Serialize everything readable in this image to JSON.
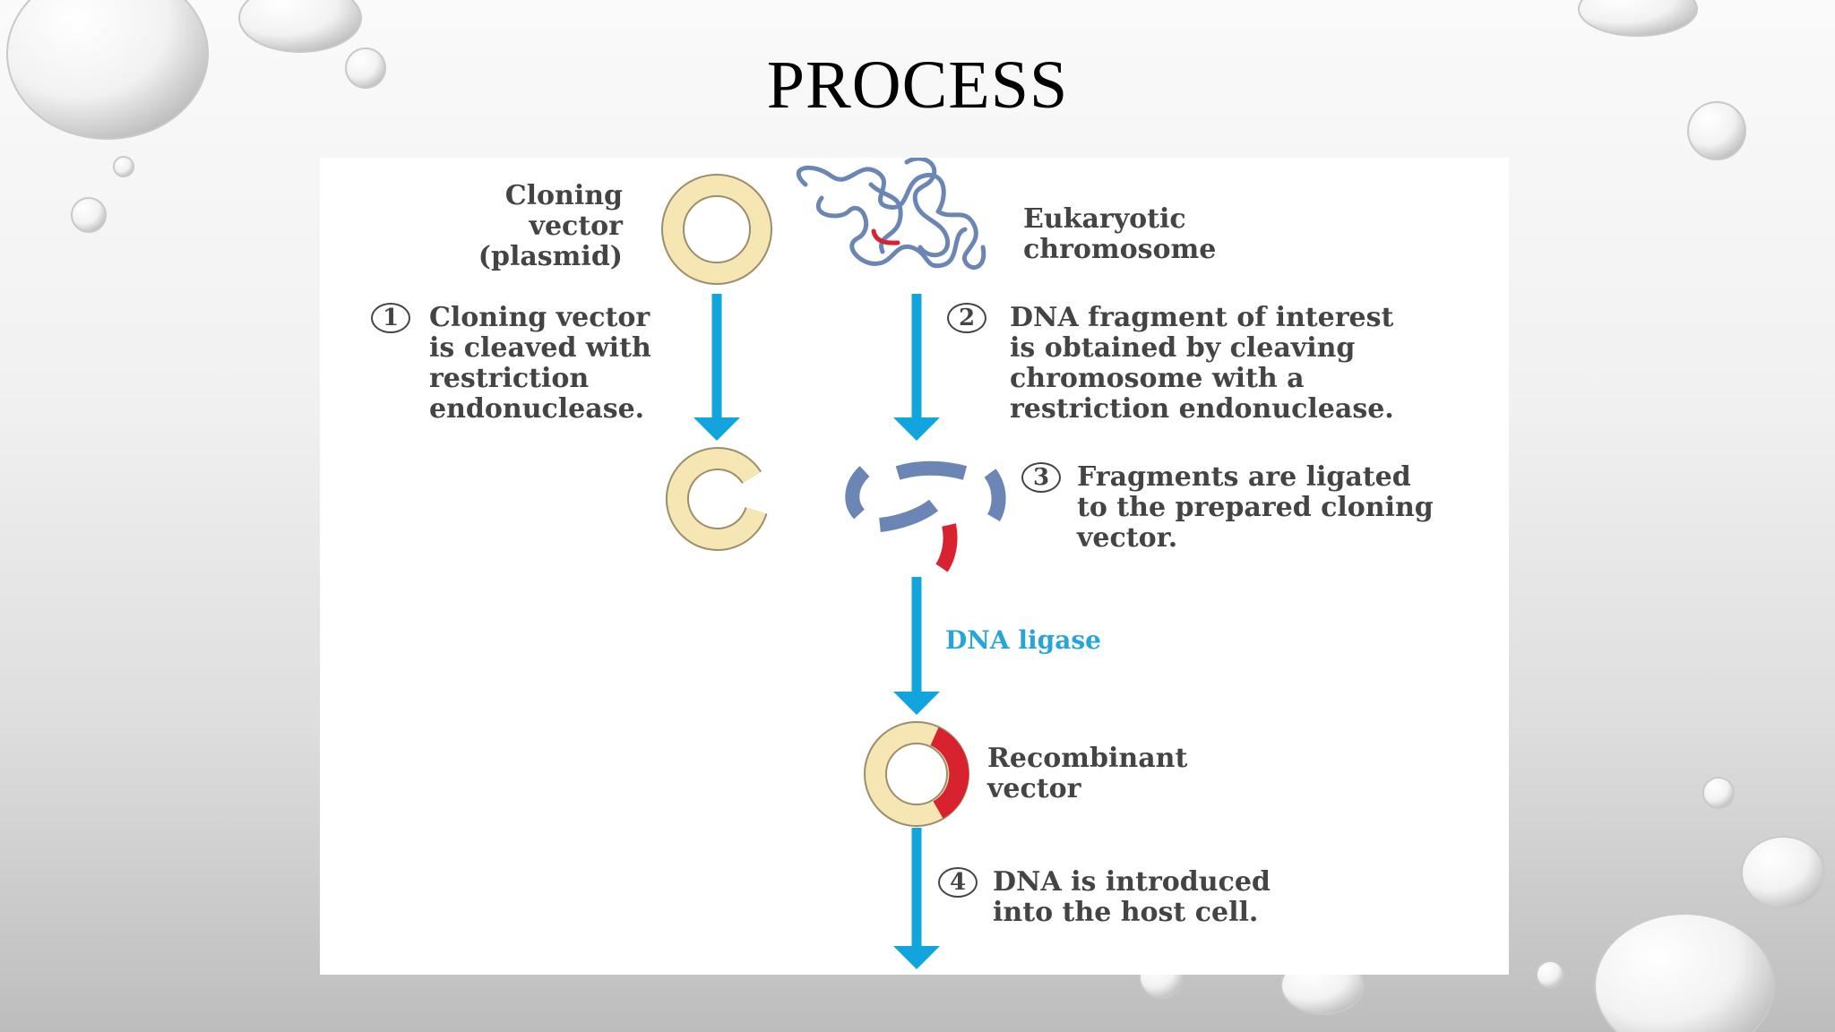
{
  "slide": {
    "title": "PROCESS"
  },
  "diagram": {
    "plasmid_label": "Cloning\nvector\n(plasmid)",
    "chromosome_label": "Eukaryotic\nchromosome",
    "step1": {
      "number": "1",
      "text": "Cloning vector\nis cleaved with\nrestriction\nendonuclease."
    },
    "step2": {
      "number": "2",
      "text": "DNA fragment of interest\nis obtained by cleaving\nchromosome with a\nrestriction endonuclease."
    },
    "step3": {
      "number": "3",
      "text": "Fragments are ligated\nto the prepared cloning\nvector."
    },
    "enzyme_label": "DNA ligase",
    "recombinant_label": "Recombinant\nvector",
    "step4": {
      "number": "4",
      "text": "DNA is introduced\ninto the host cell."
    }
  },
  "colors": {
    "arrow": "#12a4dc",
    "plasmid_fill": "#f6e6b4",
    "plasmid_edge": "#9b8f6b",
    "fragment": "#6b86b5",
    "insert": "#d9222f",
    "ligase_text": "#27a5d8"
  }
}
